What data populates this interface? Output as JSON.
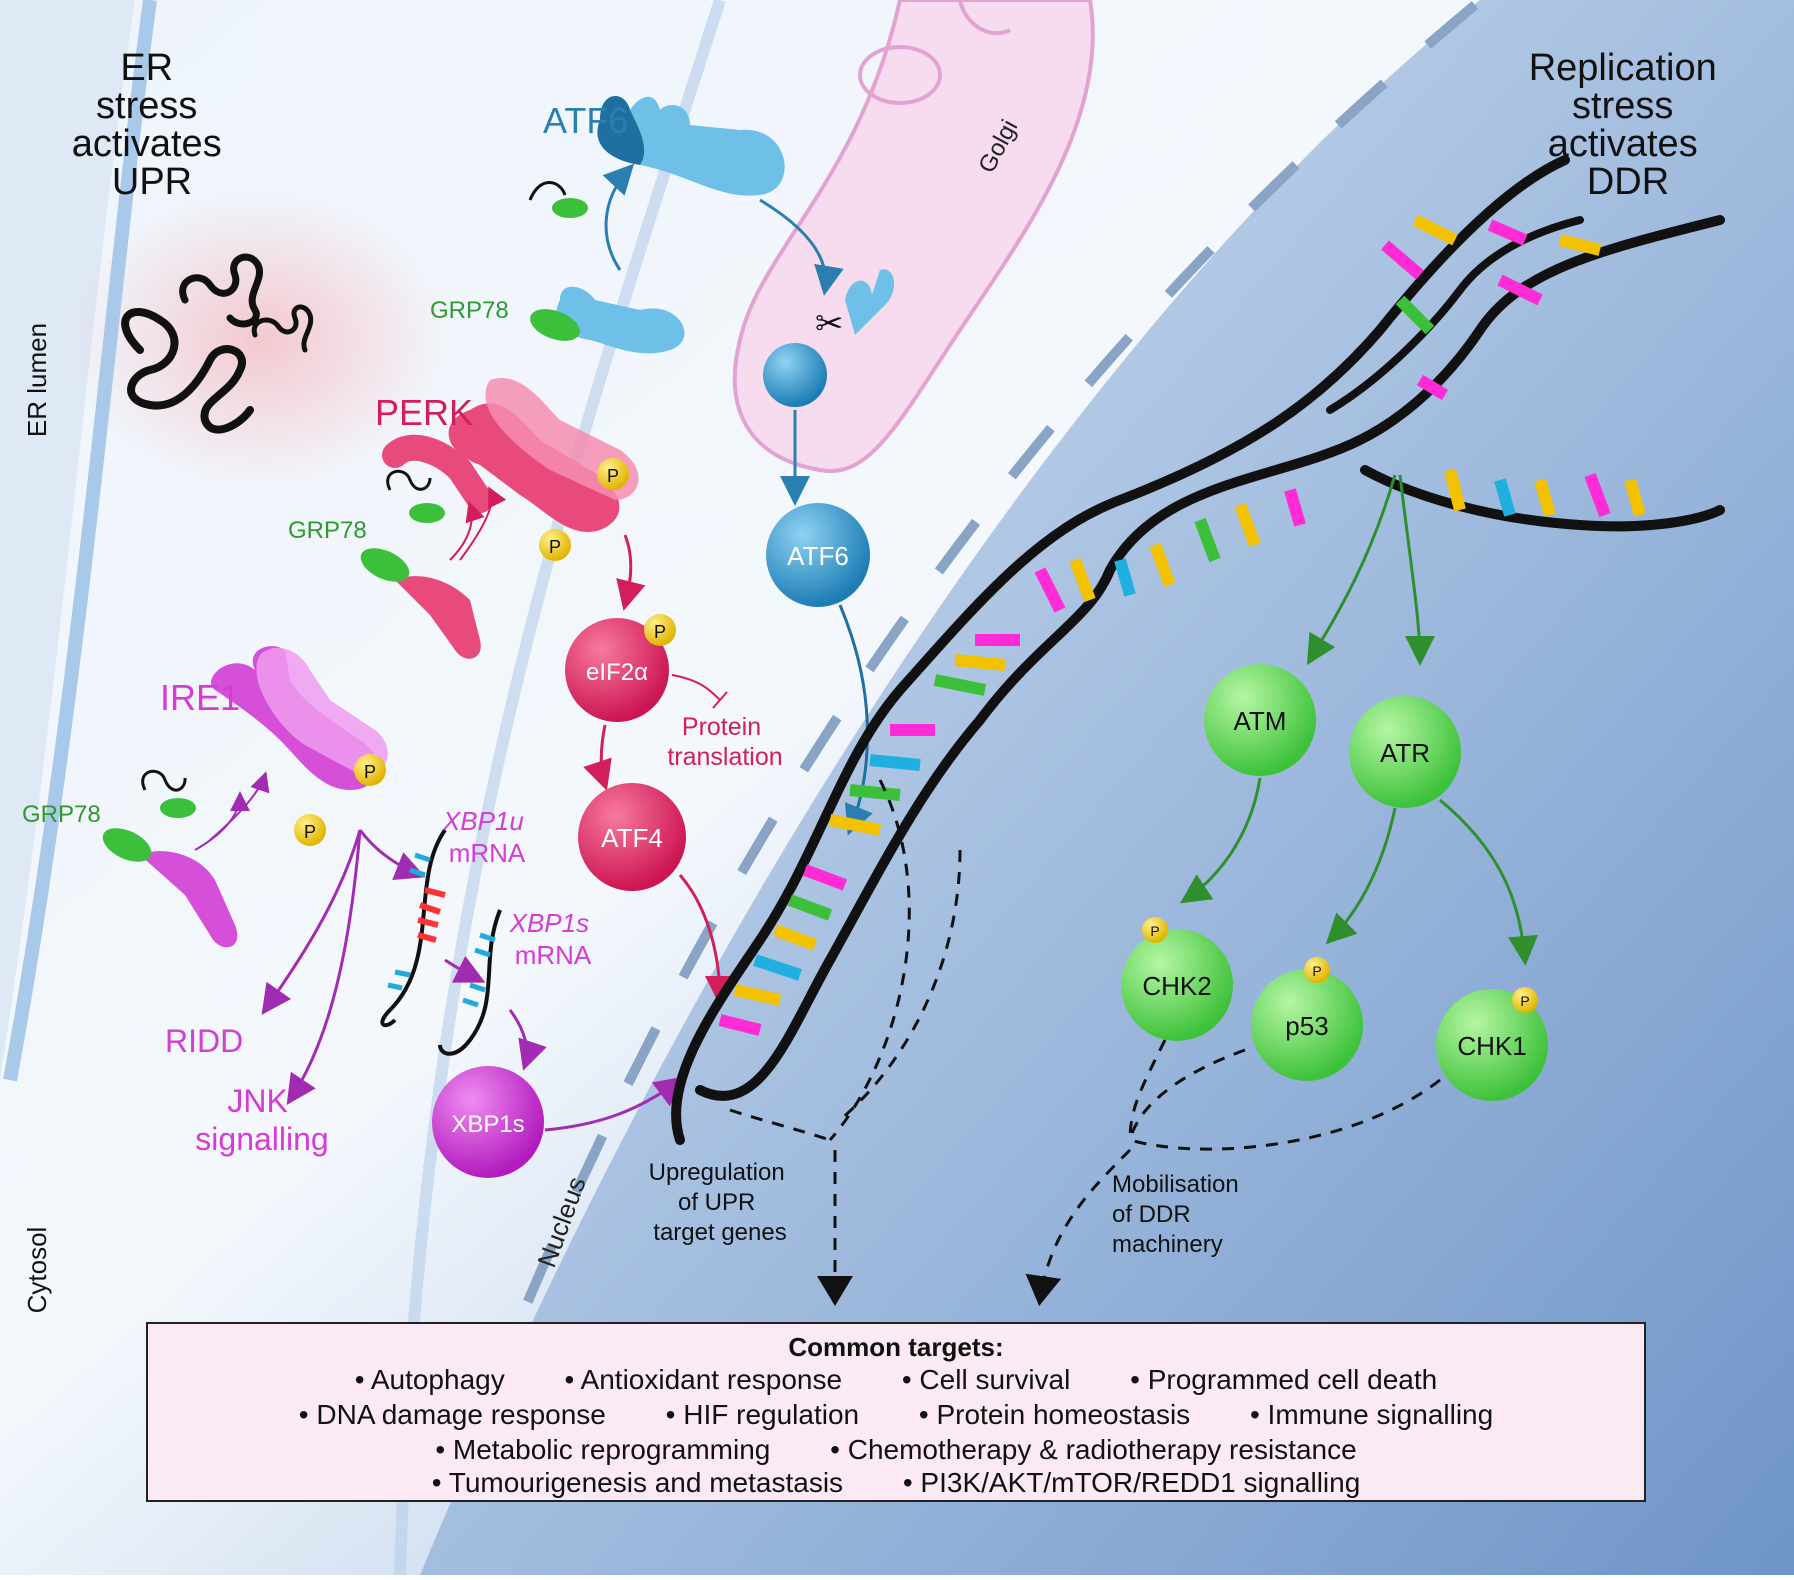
{
  "headings": {
    "er": [
      "ER",
      "stress",
      "activates",
      "UPR"
    ],
    "dna": [
      "Replication",
      "stress",
      "activates",
      "DDR"
    ]
  },
  "compartments": {
    "er_lumen": "ER lumen",
    "cytosol": "Cytosol",
    "golgi": "Golgi",
    "nucleus": "Nucleus"
  },
  "upr": {
    "atf6_top": "ATF6",
    "grp78_atf6": "GRP78",
    "perk": "PERK",
    "grp78_perk": "GRP78",
    "ire1": "IRE1",
    "grp78_ire1": "GRP78",
    "phospho": "P",
    "eif2a": "eIF2α",
    "protein_translation": [
      "Protein",
      "translation"
    ],
    "atf4": "ATF4",
    "atf6_nuclear": "ATF6",
    "xbp1u": [
      "XBP1u",
      "mRNA"
    ],
    "xbp1s_mrna": [
      "XBP1s",
      "mRNA"
    ],
    "xbp1s": "XBP1s",
    "ridd": "RIDD",
    "jnk": [
      "JNK",
      "signalling"
    ],
    "upregulation": [
      "Upregulation",
      "of UPR",
      "target genes"
    ]
  },
  "ddr": {
    "atm": "ATM",
    "atr": "ATR",
    "chk2": "CHK2",
    "p53": "p53",
    "chk1": "CHK1",
    "mobilisation": [
      "Mobilisation",
      "of DDR",
      "machinery"
    ]
  },
  "common_targets": {
    "title": "Common targets:",
    "lines": [
      [
        "• Autophagy",
        "• Antioxidant response",
        "• Cell survival",
        "• Programmed cell death"
      ],
      [
        "• DNA damage response",
        "• HIF regulation",
        "• Protein homeostasis",
        "• Immune signalling"
      ],
      [
        "• Metabolic reprogramming",
        "• Chemotherapy & radiotherapy resistance"
      ],
      [
        "• Tumourigenesis and metastasis",
        "• PI3K/AKT/mTOR/REDD1 signalling"
      ]
    ]
  },
  "colors": {
    "atf6": "#2b7fb0",
    "perk": "#e0245e",
    "ire1": "#d63bd6",
    "grp78": "#2e9a2e",
    "ddr": "#2f8f2f",
    "membrane": "#a9c9ea",
    "golgi": "#e7a6d6"
  }
}
